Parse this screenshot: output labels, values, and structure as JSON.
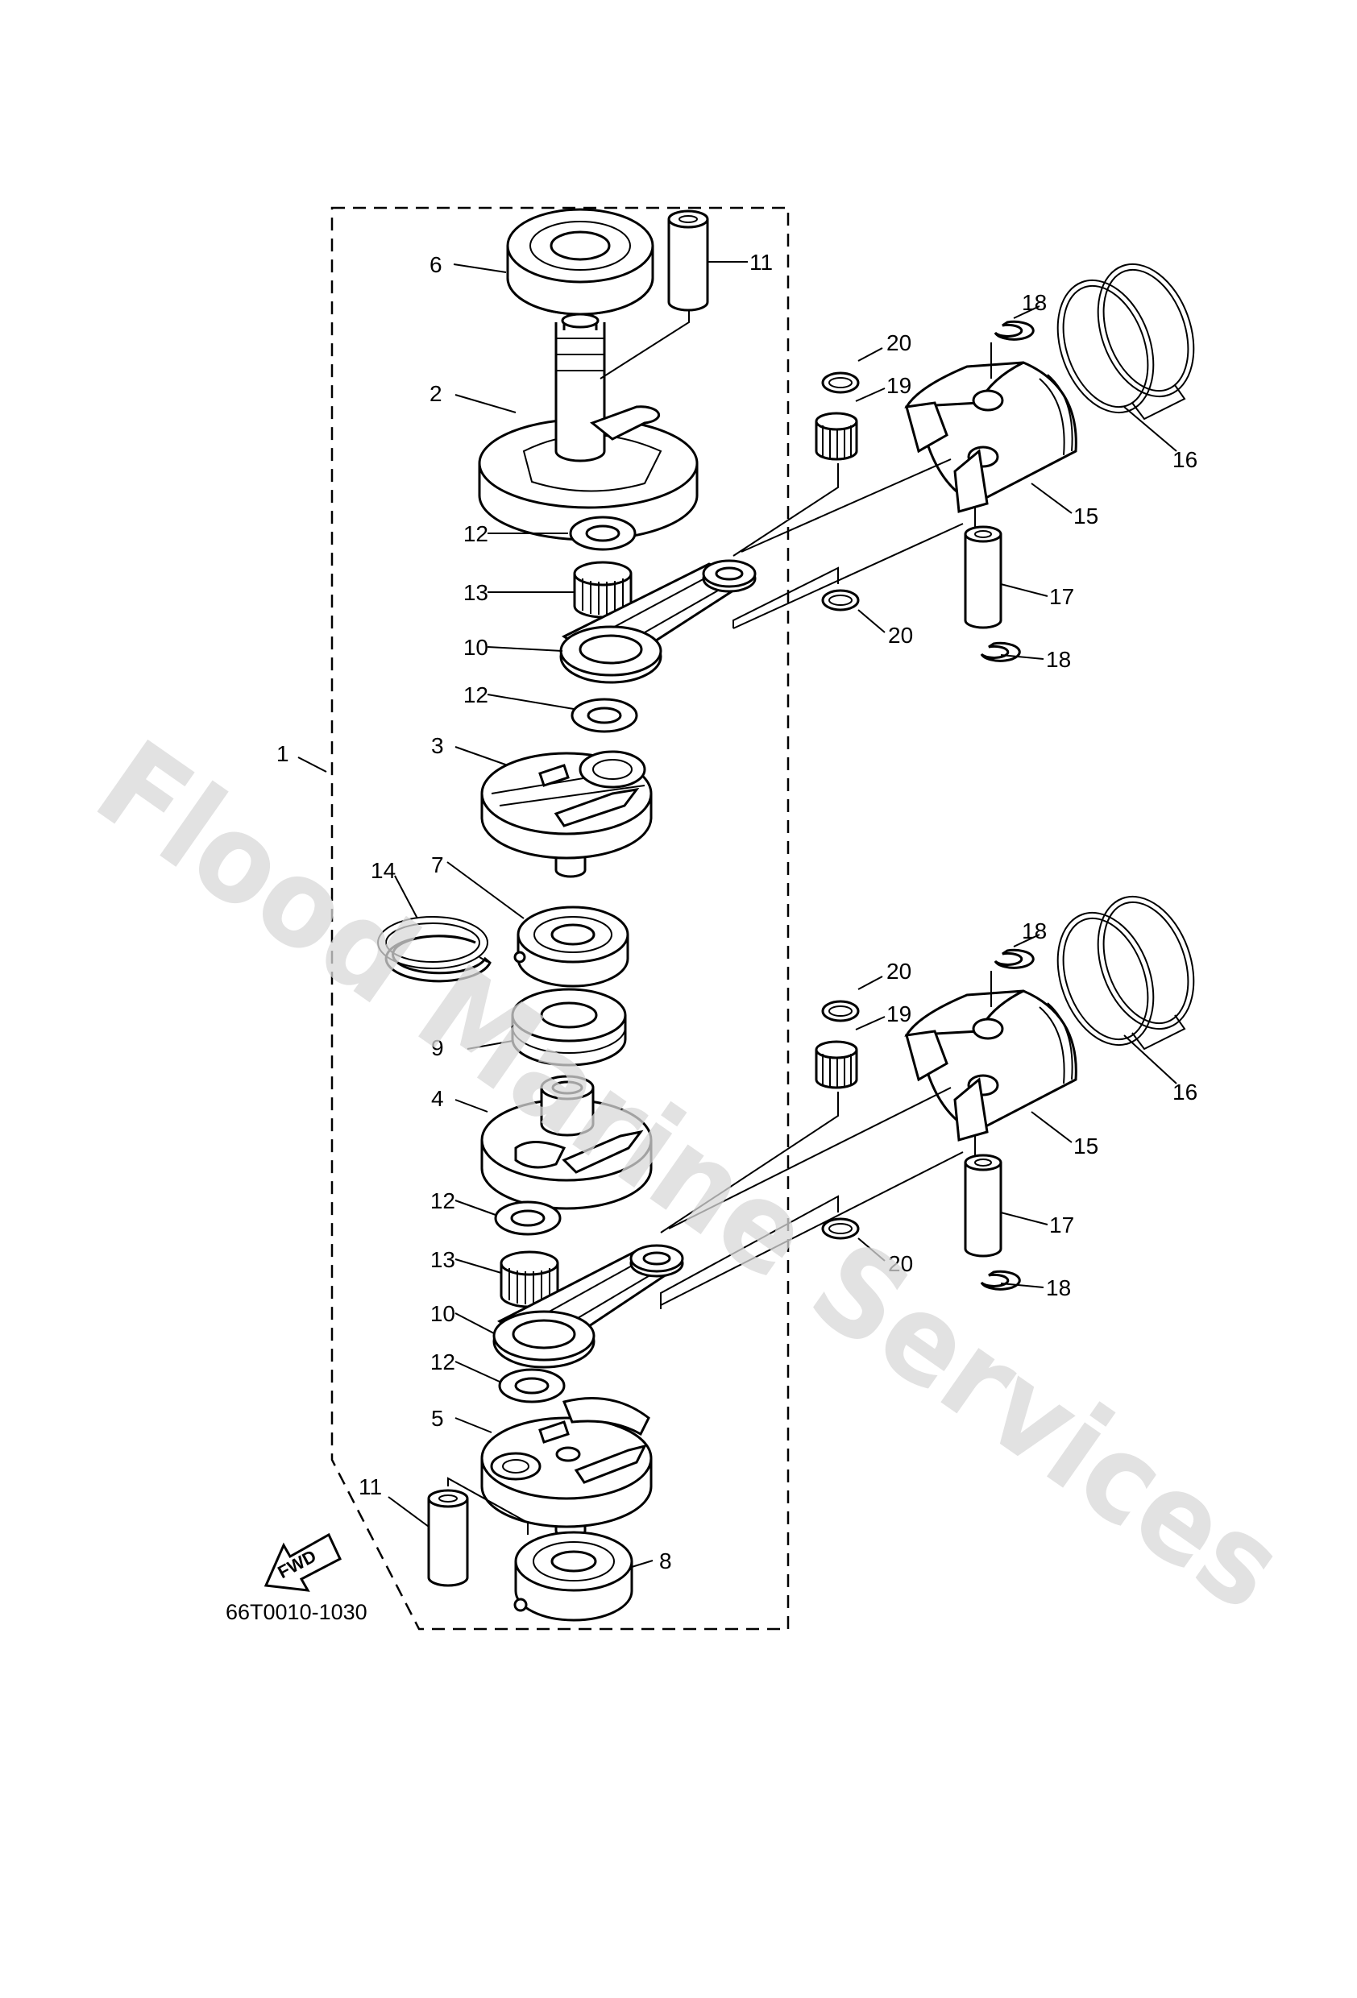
{
  "watermark": "Flood Marine Services",
  "diagram_code": "66T0010-1030",
  "fwd_label": "FWD",
  "labels": {
    "p1": "1",
    "p2": "2",
    "p3": "3",
    "p4": "4",
    "p5": "5",
    "p6": "6",
    "p7": "7",
    "p8": "8",
    "p9": "9",
    "p10a": "10",
    "p10b": "10",
    "p11a": "11",
    "p11b": "11",
    "p12a": "12",
    "p12b": "12",
    "p12c": "12",
    "p12d": "12",
    "p13a": "13",
    "p13b": "13",
    "p14": "14",
    "p15a": "15",
    "p15b": "15",
    "p16a": "16",
    "p16b": "16",
    "p17a": "17",
    "p17b": "17",
    "p18a": "18",
    "p18b": "18",
    "p18c": "18",
    "p18d": "18",
    "p19a": "19",
    "p19b": "19",
    "p20a": "20",
    "p20b": "20",
    "p20c": "20",
    "p20d": "20"
  }
}
